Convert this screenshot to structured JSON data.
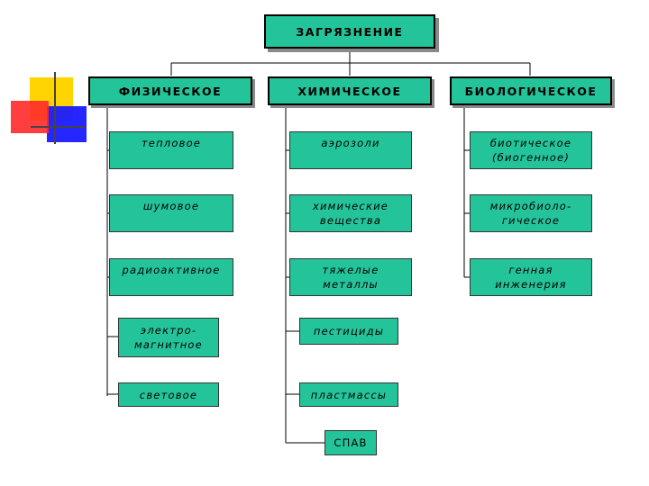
{
  "title": "ЗАГРЯЗНЕНИЕ",
  "categories": {
    "physical": "ФИЗИЧЕСКОЕ",
    "chemical": "ХИМИЧЕСКОЕ",
    "biological": "БИОЛОГИЧЕСКОЕ"
  },
  "physical_items": [
    "тепловое",
    "шумовое",
    "радиоактивное",
    "электро-\nмагнитное",
    "световое"
  ],
  "chemical_items": [
    "аэрозоли",
    "химические\nвещества",
    "тяжелые\nметаллы",
    "пестициды",
    "пластмассы",
    "СПАВ"
  ],
  "biological_items": [
    "биотическое\n(биогенное)",
    "микробиоло-\nгическое",
    "генная\nинженерия"
  ],
  "colors": {
    "box_fill": "#24c49a",
    "border": "#000000",
    "shadow": "#8a8a8a",
    "deco_yellow": "#ffd400",
    "deco_red": "#ff2a2a",
    "deco_blue": "#1a1aff"
  }
}
